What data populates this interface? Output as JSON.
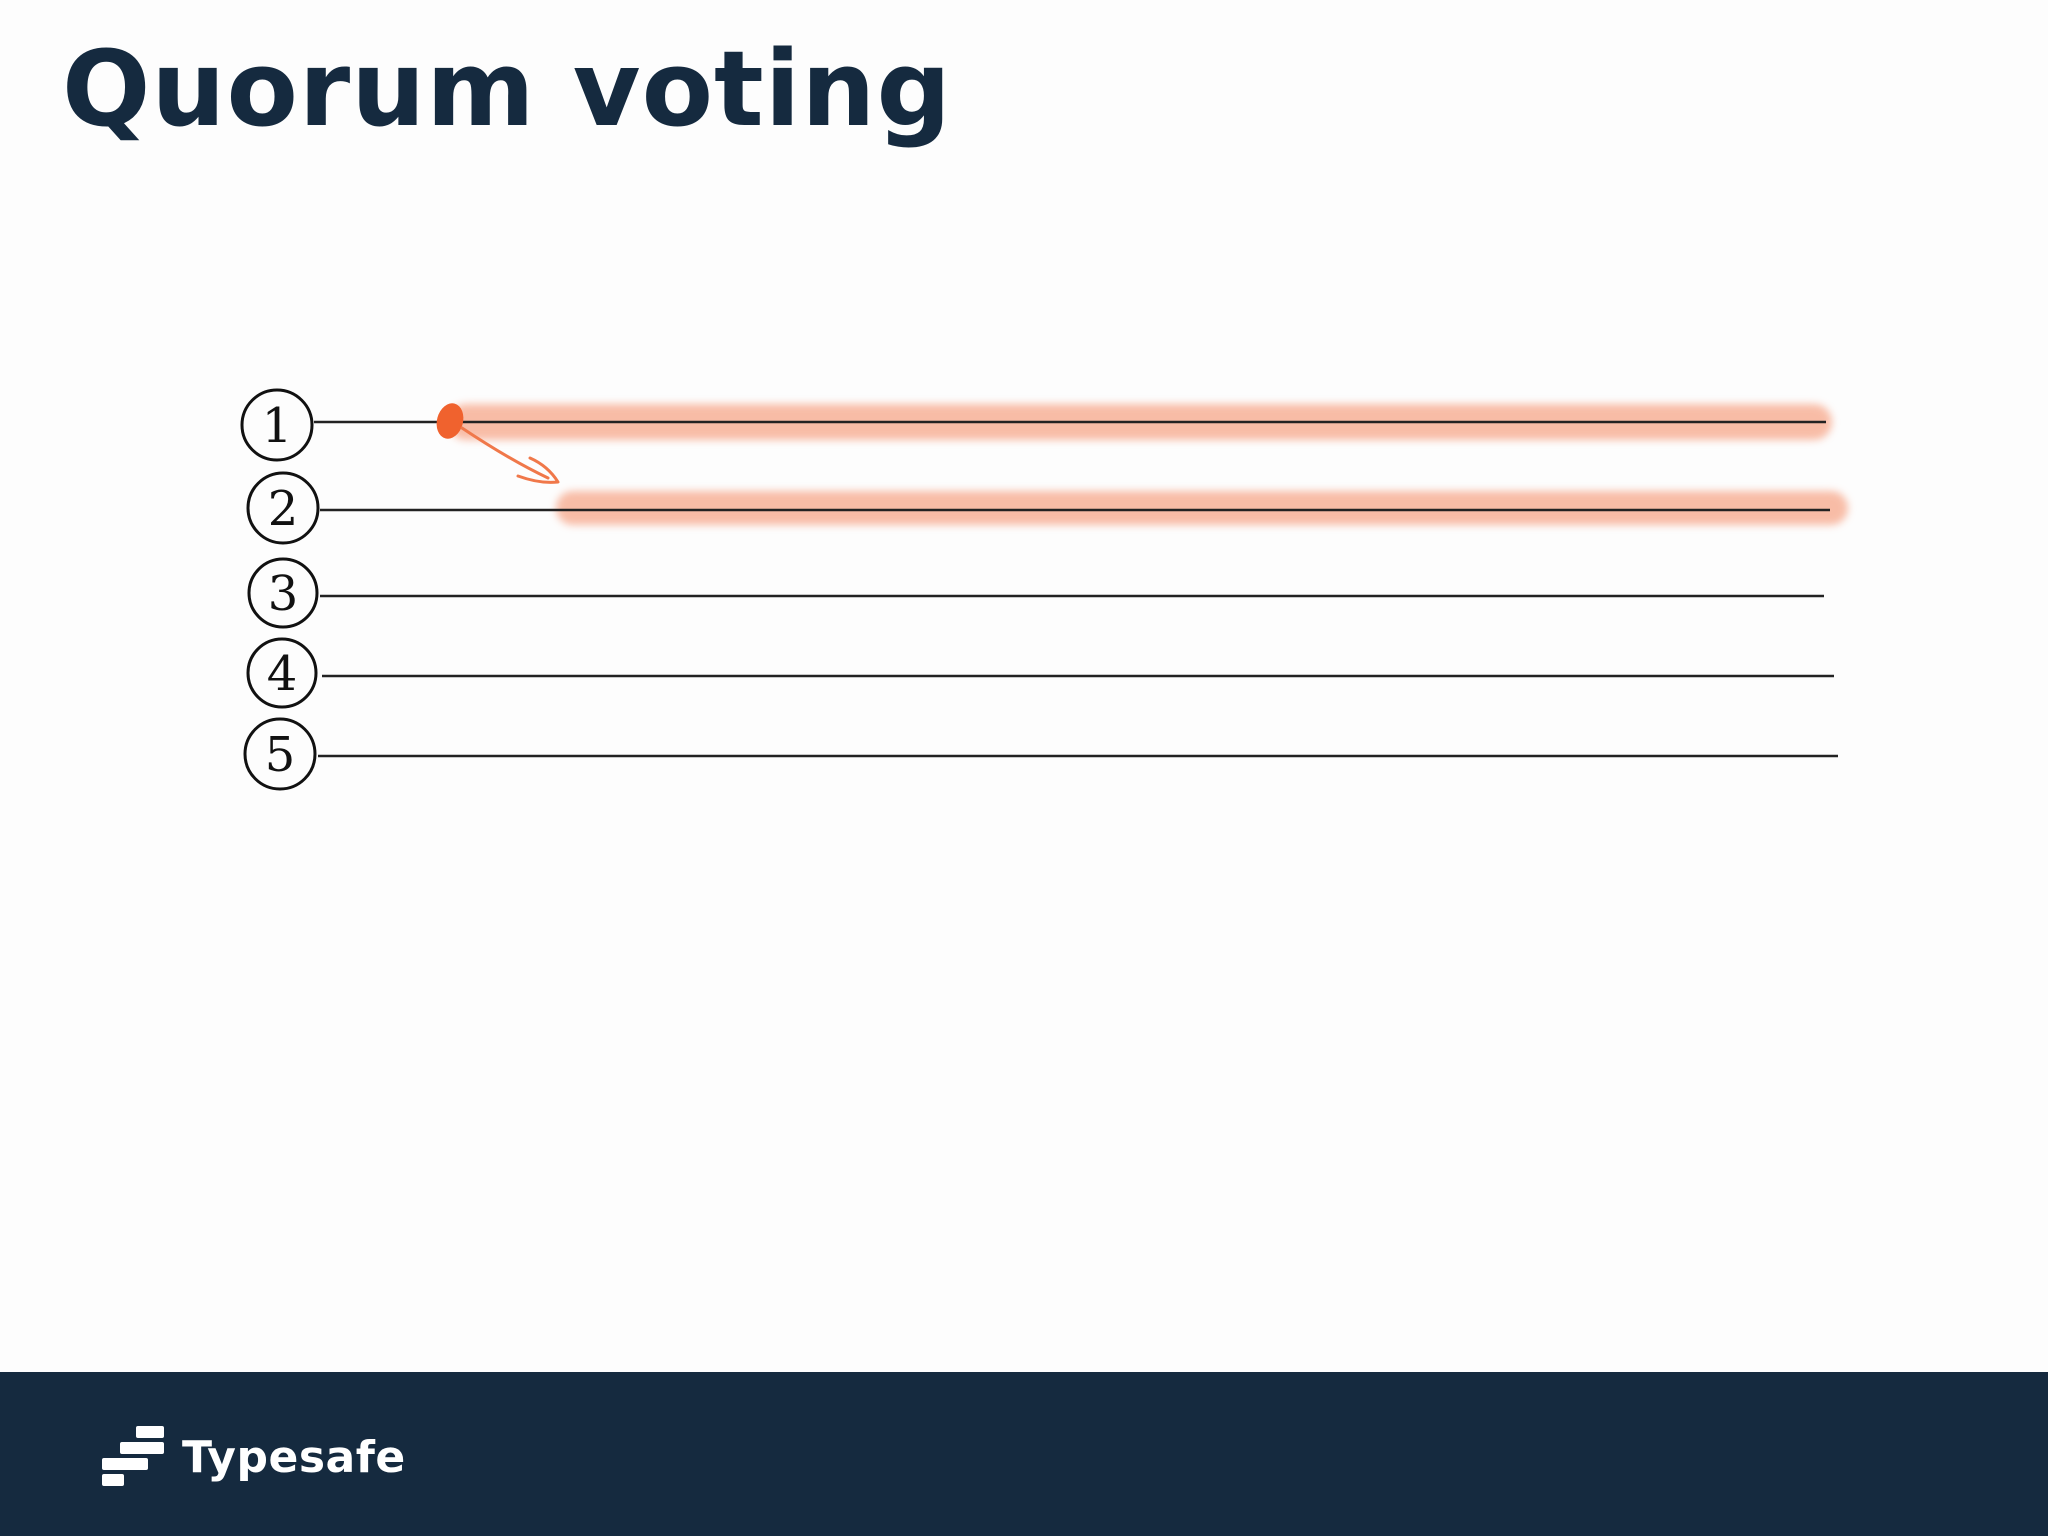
{
  "slide": {
    "title": "Quorum voting"
  },
  "diagram": {
    "nodes": [
      {
        "label": "1",
        "highlight_from": 0.1,
        "has_event": true
      },
      {
        "label": "2",
        "highlight_from": 0.16,
        "has_event": false
      },
      {
        "label": "3",
        "highlight_from": null,
        "has_event": false
      },
      {
        "label": "4",
        "highlight_from": null,
        "has_event": false
      },
      {
        "label": "5",
        "highlight_from": null,
        "has_event": false
      }
    ],
    "colors": {
      "line": "#222222",
      "highlight": "#f7a78a",
      "event_dot": "#f0622e",
      "arrow": "#f0784a"
    }
  },
  "footer": {
    "brand": "Typesafe",
    "background": "#152a3f",
    "icon": "typesafe-logo-icon"
  }
}
